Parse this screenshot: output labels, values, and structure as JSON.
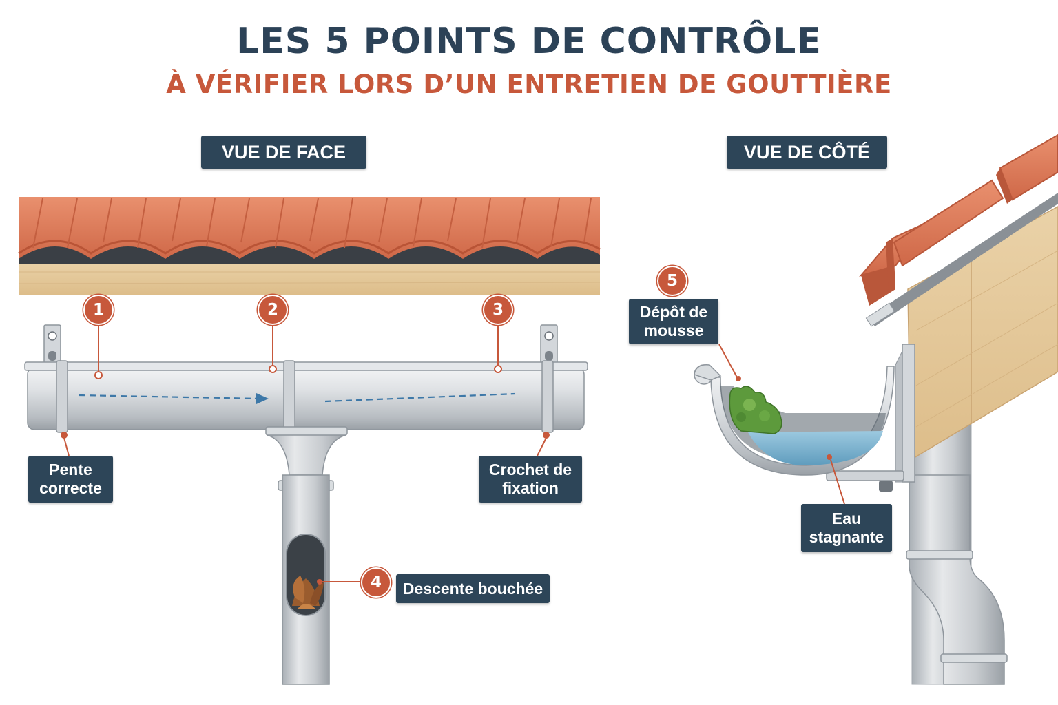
{
  "header": {
    "title": "LES 5 POINTS DE CONTRÔLE",
    "subtitle": "À VÉRIFIER LORS D’UN ENTRETIEN DE GOUTTIÈRE"
  },
  "views": {
    "front": "VUE DE FACE",
    "side": "VUE DE CÔTÉ"
  },
  "points": [
    {
      "number": "1"
    },
    {
      "number": "2"
    },
    {
      "number": "3"
    },
    {
      "number": "4"
    },
    {
      "number": "5"
    }
  ],
  "labels": {
    "pente": [
      "Pente",
      "correcte"
    ],
    "crochet": [
      "Crochet de",
      "fixation"
    ],
    "descente": "Descente bouchée",
    "mousse": [
      "Dépôt de",
      "mousse"
    ],
    "eau": [
      "Eau",
      "stagnante"
    ]
  },
  "colors": {
    "navy": "#2d4558",
    "accent": "#c7583b",
    "tile": "#de7a5a",
    "wood": "#e3c597",
    "metal": "#c9cdd1",
    "water": "#7fb6d3",
    "moss": "#5d9a3c"
  }
}
